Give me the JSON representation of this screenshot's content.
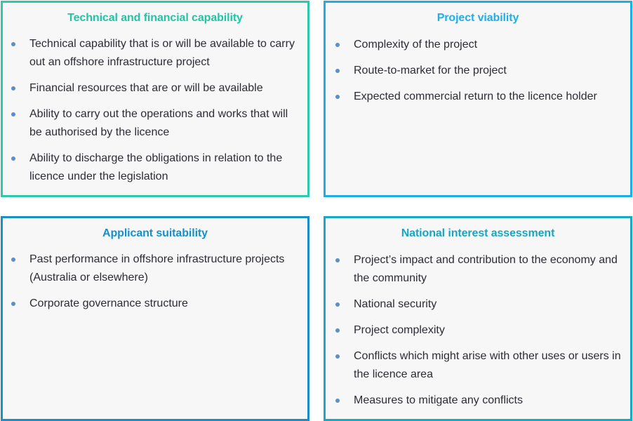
{
  "colors": {
    "panel_background": "#f7f7f8",
    "body_text": "#2c2c34",
    "bullet": "#5b8fc8"
  },
  "panels": [
    {
      "title": "Technical and financial capability",
      "title_color": "#22c4a6",
      "border_color": "#2ec9ad",
      "items": [
        "Technical capability that is or will be available to carry out an offshore infrastructure project",
        "Financial resources that are or will be available",
        "Ability to carry out the operations and works that will be authorised by the licence",
        "Ability to discharge the obligations in relation to the licence under the legislation"
      ]
    },
    {
      "title": "Project viability",
      "title_color": "#1faee6",
      "border_color": "#1eaee6",
      "items": [
        "Complexity of the project",
        "Route-to-market for the project",
        "Expected commercial return to the licence holder"
      ]
    },
    {
      "title": "Applicant suitability",
      "title_color": "#1a8fc6",
      "border_color": "#1a8fc6",
      "items": [
        "Past performance in offshore infrastructure projects (Australia or elsewhere)",
        "Corporate governance structure"
      ]
    },
    {
      "title": "National interest assessment",
      "title_color": "#19a5c0",
      "border_color": "#19a9c4",
      "items": [
        "Project’s impact and contribution to the economy and the community",
        "National security",
        "Project complexity",
        "Conflicts which might arise with other uses or users in the licence area",
        "Measures to mitigate any conflicts"
      ]
    }
  ]
}
